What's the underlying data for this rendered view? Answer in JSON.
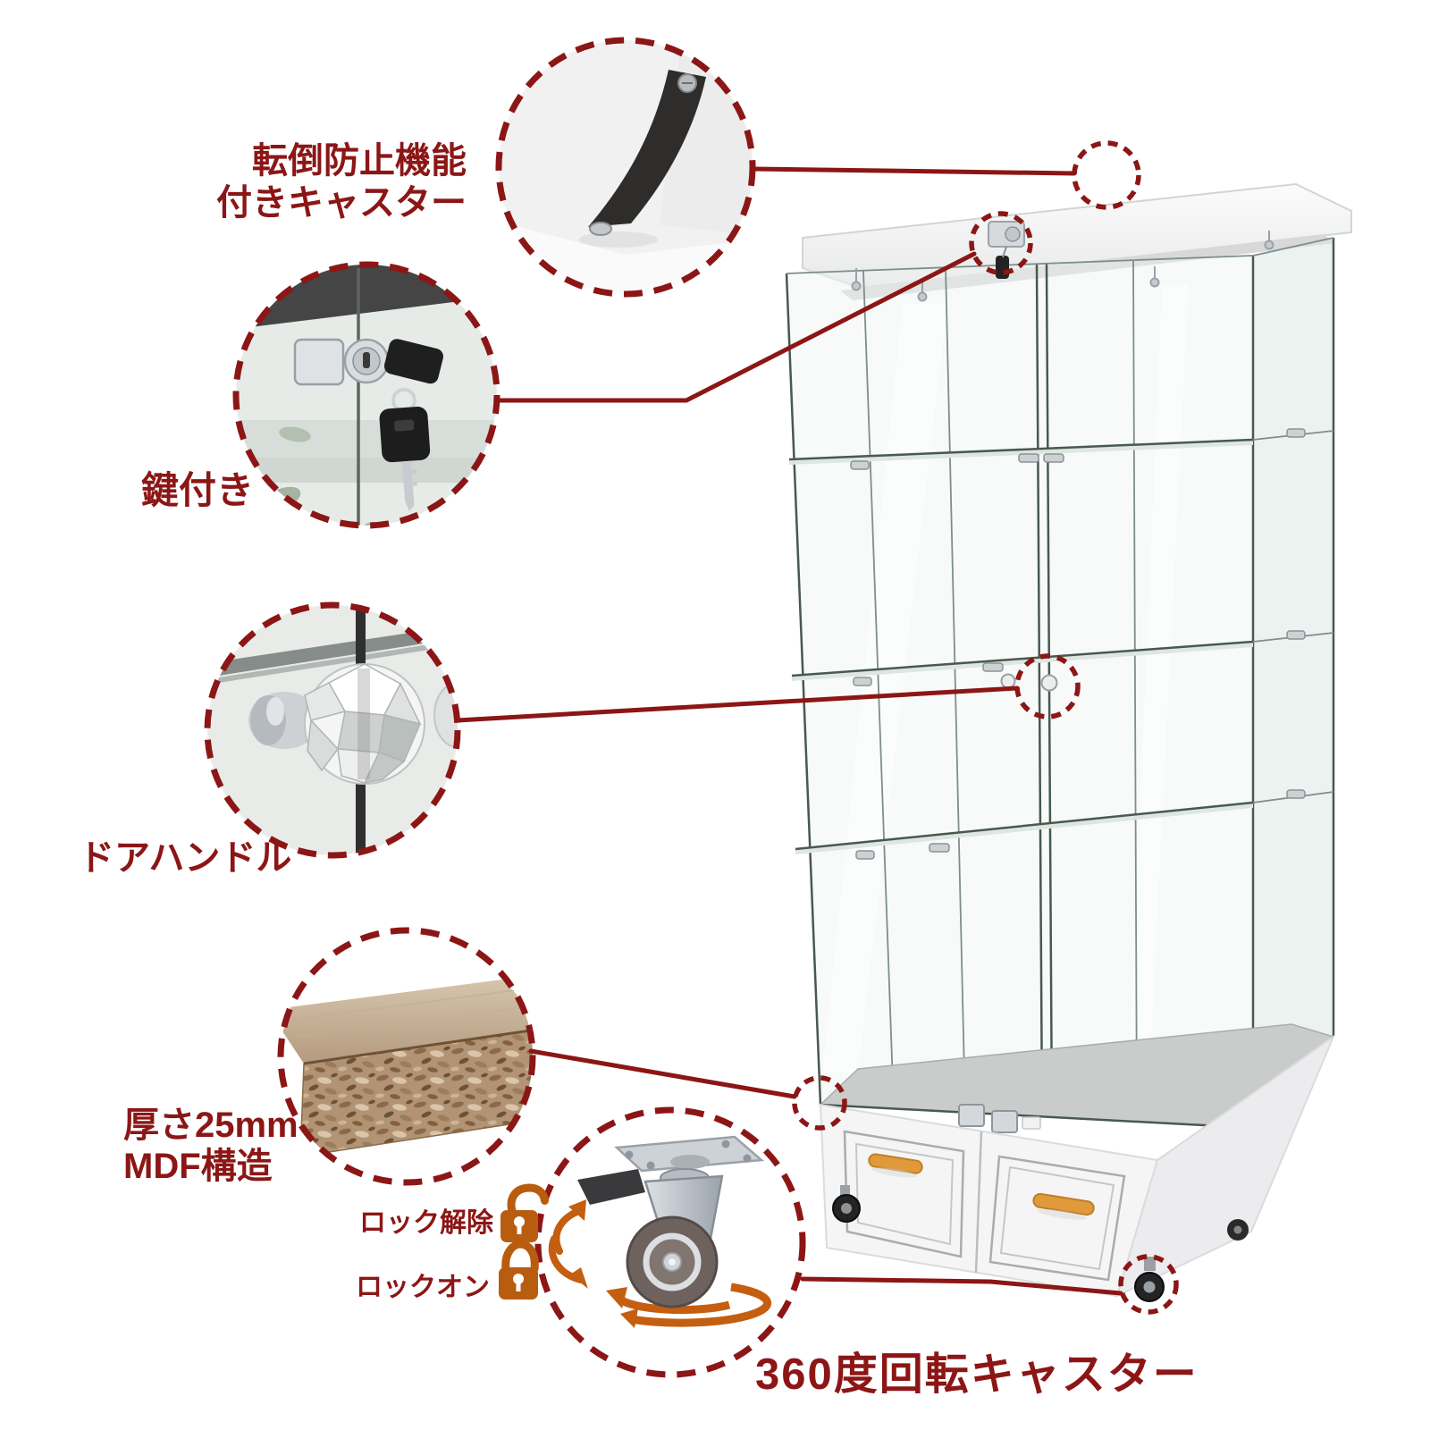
{
  "page": {
    "background": "#ffffff",
    "type": "product-feature-diagram"
  },
  "colors": {
    "callout_red": "#8c1616",
    "lock_icon_orange": "#b85c10",
    "arrow_orange": "#c45e10",
    "drawer_handle_orange": "#e09a3c",
    "glass_edge": "#48594f",
    "cabinet_white": "#f5f5f5",
    "deck_gray": "#c9cccb",
    "wheel_gray": "#6e625f",
    "mdf_tan": "#b59877",
    "strap_black": "#2e2d2c"
  },
  "callouts": {
    "anti_tip": {
      "line1": "転倒防止機能",
      "line2": "付きキャスター",
      "icon": "anti-tip-strap-photo"
    },
    "key_lock": {
      "label": "鍵付き",
      "icon": "door-lock-with-keys-photo"
    },
    "door_handle": {
      "label": "ドアハンドル",
      "icon": "crystal-door-knob-photo"
    },
    "mdf": {
      "line1": "厚さ25mm",
      "line2": "MDF構造",
      "icon": "mdf-cross-section-photo"
    },
    "caster": {
      "label": "360度回転キャスター",
      "lock_release_label": "ロック解除",
      "lock_on_label": "ロックオン",
      "icon": "swivel-caster-photo",
      "unlock_icon": "open-padlock-icon",
      "lock_icon": "closed-padlock-icon",
      "rotation_icon": "rotation-arrows-icon"
    }
  }
}
